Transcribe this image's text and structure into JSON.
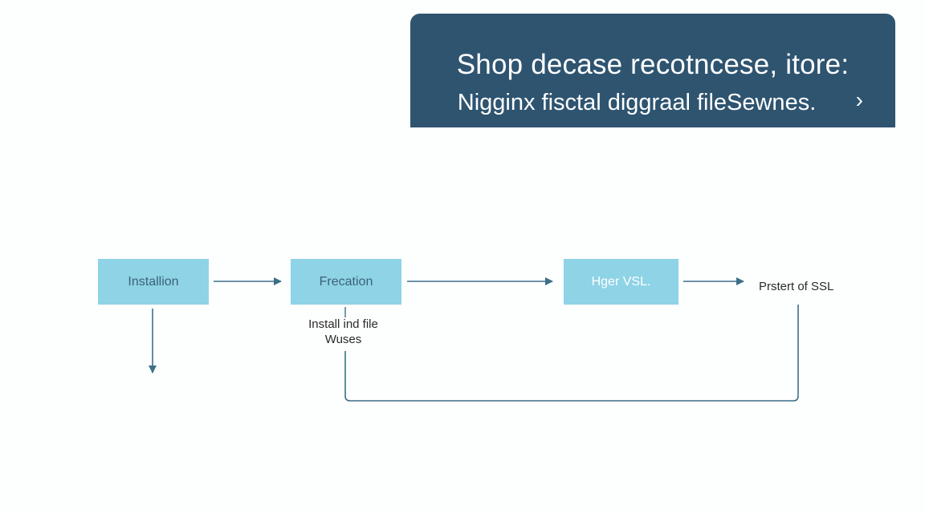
{
  "banner": {
    "line1": "Shop decase recotncese, itore:",
    "line2": "Nigginx fisctal diggraal fileSewnes.",
    "chevron_icon": "chevron-right-icon"
  },
  "flow": {
    "nodes": [
      {
        "id": "installion",
        "label": "Installion"
      },
      {
        "id": "frecation",
        "label": "Frecation"
      },
      {
        "id": "hger-vsl",
        "label": "Hger VSL."
      },
      {
        "id": "prstert-ssl",
        "label": "Prstert of SSL"
      }
    ],
    "note": {
      "line1": "Install ind file",
      "line2": "Wuses"
    }
  },
  "colors": {
    "banner_bg": "#2e5470",
    "node_fill": "#8ed3e6",
    "connector": "#3d6f88"
  }
}
